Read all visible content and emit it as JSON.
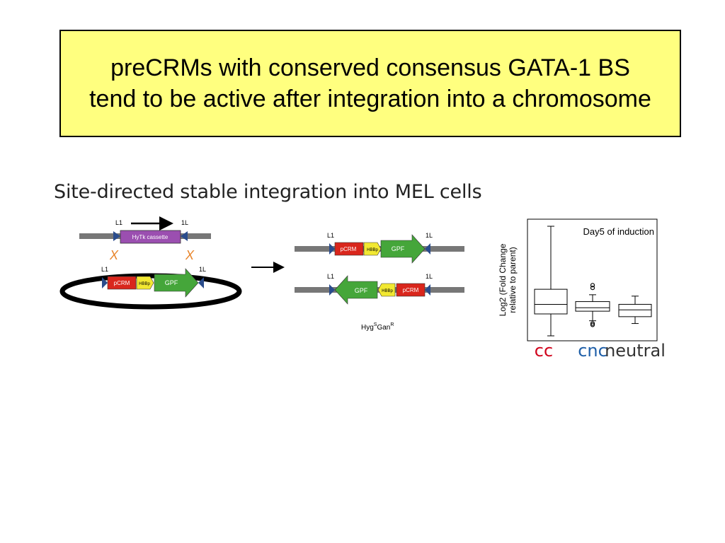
{
  "title": "preCRMs with conserved consensus GATA-1 BS tend to be active after integration into a chromosome",
  "subtitle": "Site-directed stable integration into MEL cells",
  "diagram": {
    "site_left": "L1",
    "site_right": "1L",
    "cassette": "HyTk cassette",
    "pcrm": "pCRM",
    "promoter": "HBBp",
    "gene": "GPF",
    "cross_mark": "X",
    "result_hyg": "Hyg",
    "result_hyg_sup": "S",
    "result_gan": "Gan",
    "result_gan_sup": "R"
  },
  "colors": {
    "title_bg": "#ffff7f",
    "pcrm": "#d9261c",
    "promoter": "#f2e832",
    "gene": "#45a63a",
    "cassette": "#9b4fb0",
    "site": "#2a4c8c",
    "cross": "#e8842a",
    "cc": "#d0021b",
    "cnc": "#1f5fa8",
    "neutral": "#333333"
  },
  "chart_data": {
    "type": "boxplot",
    "title": "Day5 of induction",
    "ylabel": "Log2 (Fold Change relative to parent)",
    "xlabel": "",
    "categories": [
      "cc",
      "cnc",
      "neutral"
    ],
    "boxes": [
      {
        "name": "cc",
        "min": -2.0,
        "q1": -0.4,
        "median": 0.3,
        "q3": 1.4,
        "max": 6.0,
        "outliers": []
      },
      {
        "name": "cnc",
        "min": -0.9,
        "q1": -0.2,
        "median": 0.05,
        "q3": 0.5,
        "max": 1.0,
        "outliers": [
          1.7,
          1.5,
          -1.1,
          -1.2
        ]
      },
      {
        "name": "neutral",
        "min": -1.1,
        "q1": -0.6,
        "median": -0.1,
        "q3": 0.3,
        "max": 0.9,
        "outliers": []
      }
    ],
    "ylim": [
      -2.0,
      6.0
    ]
  }
}
